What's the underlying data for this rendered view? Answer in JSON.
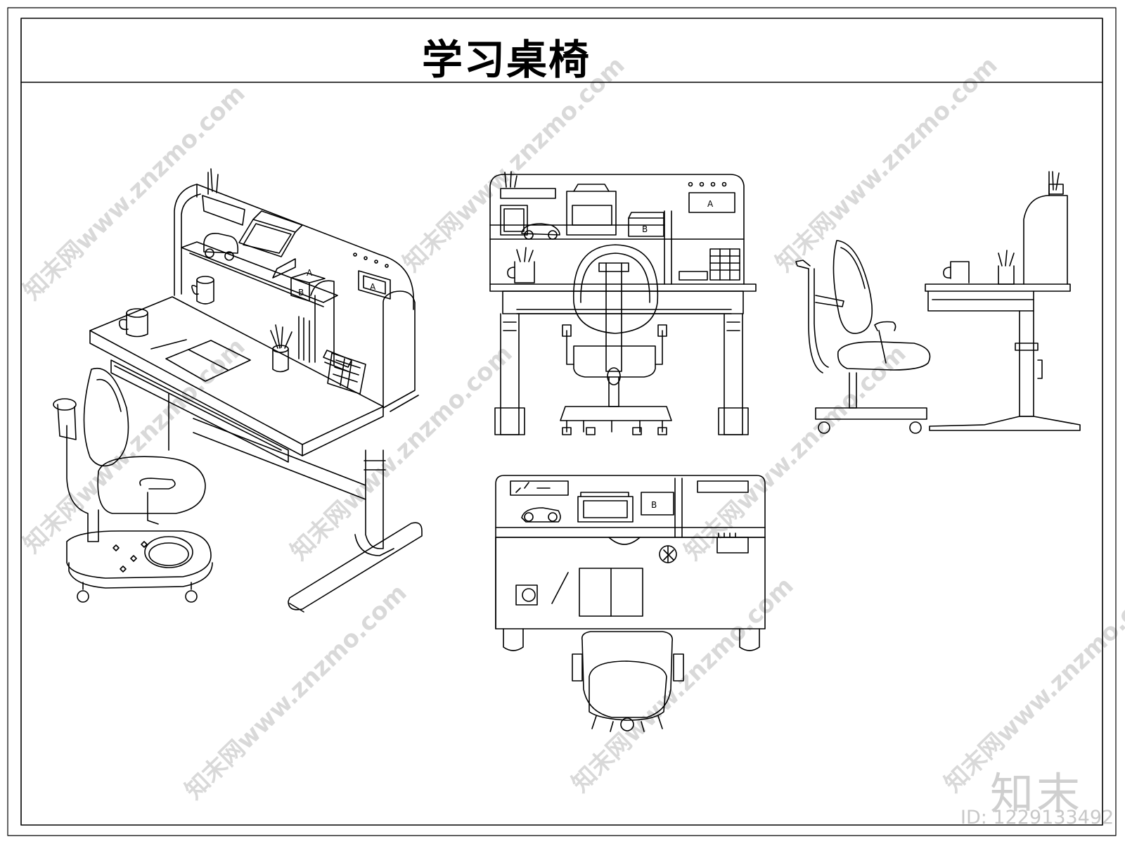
{
  "title": "学习桌椅",
  "watermark": "知末网www.znzmo.com",
  "logo": "知末",
  "id_label": "ID: 1229133492",
  "labels": {
    "a": "A",
    "b": "B"
  },
  "colors": {
    "line": "#000000",
    "watermark": "#d9d9d9"
  }
}
